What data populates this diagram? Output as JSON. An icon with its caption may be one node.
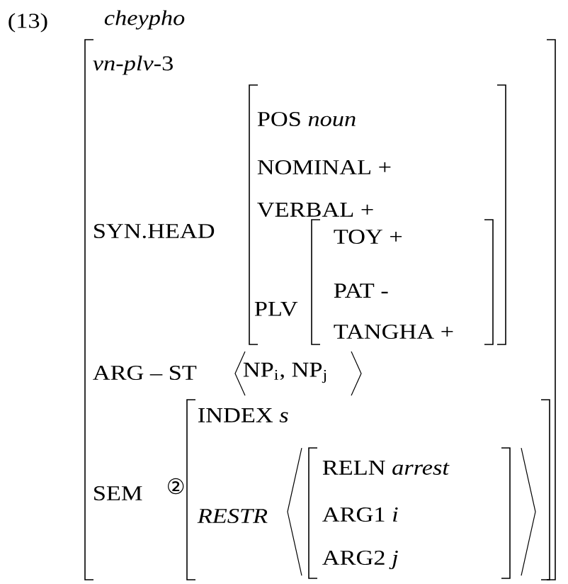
{
  "diagram": {
    "title": "cheypho",
    "nodes": [
      {
        "text": [
          "*vn-plv*-3",
          "SYN.HEAD",
          "ARG – ST",
          "NP$_{i}$, NP$_{j}$",
          "SEM",
          "②"
        ]
      },
      {
        "text": [
          "POS *noun*",
          "NOMINAL +",
          "VERBAL +",
          "PLV"
        ],
        "in": 0
      },
      {
        "text": [
          "TOY +",
          "PAT -",
          "TANGHA +"
        ],
        "in": 1
      },
      {
        "text": [
          "INDEX *s*",
          "RESTR"
        ],
        "in": 0
      },
      {
        "text": [
          "RELN *arrest*",
          "ARG1 *i*",
          "ARG2 *j*"
        ],
        "in": 3
      }
    ],
    "labels": [
      "(13)"
    ]
  }
}
